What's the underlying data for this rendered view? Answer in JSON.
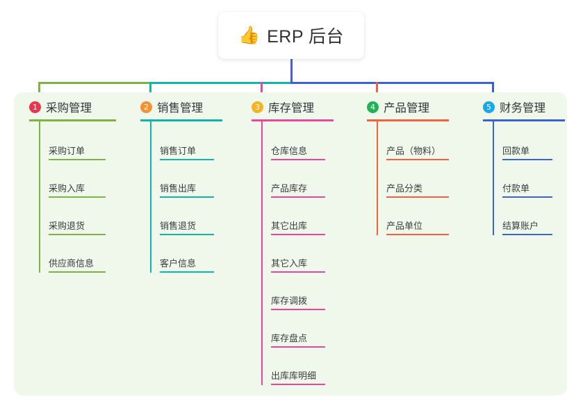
{
  "root": {
    "icon": "thumbs-up-icon",
    "emoji": "👍",
    "title": "ERP 后台"
  },
  "palette": {
    "panel_bg": "#eff8ea",
    "card_bg": "#ffffff",
    "text": "#33363b",
    "trunk": "#4f5bd5"
  },
  "columns": [
    {
      "index": "1",
      "title": "采购管理",
      "badge_color": "#e8364f",
      "line_color": "#7cb342",
      "items": [
        {
          "label": "采购订单"
        },
        {
          "label": "采购入库"
        },
        {
          "label": "采购退货"
        },
        {
          "label": "供应商信息"
        }
      ]
    },
    {
      "index": "2",
      "title": "销售管理",
      "badge_color": "#f59132",
      "line_color": "#0fb5ab",
      "items": [
        {
          "label": "销售订单"
        },
        {
          "label": "销售出库"
        },
        {
          "label": "销售退货"
        },
        {
          "label": "客户信息"
        }
      ]
    },
    {
      "index": "3",
      "title": "库存管理",
      "badge_color": "#f5b324",
      "line_color": "#e8479f",
      "items": [
        {
          "label": "仓库信息"
        },
        {
          "label": "产品库存"
        },
        {
          "label": "其它出库"
        },
        {
          "label": "其它入库"
        },
        {
          "label": "库存调拨"
        },
        {
          "label": "库存盘点"
        },
        {
          "label": "出库库明细"
        }
      ]
    },
    {
      "index": "4",
      "title": "产品管理",
      "badge_color": "#21b35a",
      "line_color": "#f4603e",
      "items": [
        {
          "label": "产品（物料）"
        },
        {
          "label": "产品分类"
        },
        {
          "label": "产品单位"
        }
      ]
    },
    {
      "index": "5",
      "title": "财务管理",
      "badge_color": "#1aa7e8",
      "line_color": "#3b62d4",
      "items": [
        {
          "label": "回款单"
        },
        {
          "label": "付款单"
        },
        {
          "label": "结算账户"
        }
      ]
    }
  ]
}
